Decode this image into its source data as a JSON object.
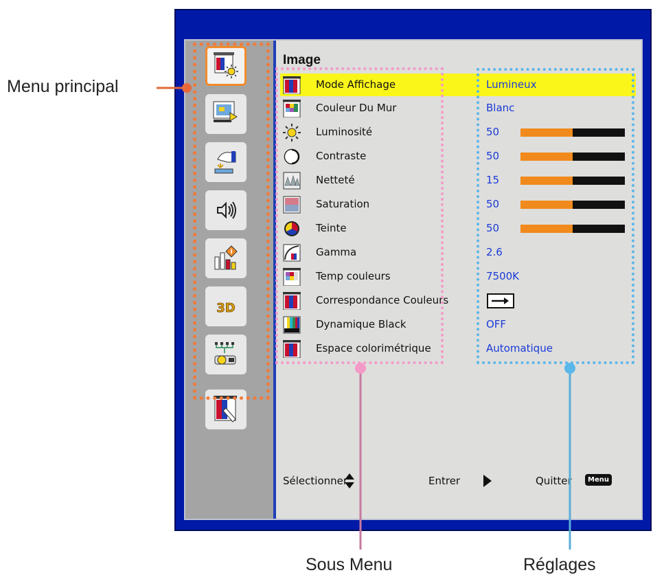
{
  "callouts": {
    "main_menu": "Menu principal",
    "sub_menu": "Sous Menu",
    "settings": "Réglages"
  },
  "osd": {
    "title": "Image",
    "sidebar": [
      {
        "icon": "image-icon",
        "selected": true
      },
      {
        "icon": "display-icon",
        "selected": false
      },
      {
        "icon": "setup-icon",
        "selected": false
      },
      {
        "icon": "volume-icon",
        "selected": false
      },
      {
        "icon": "options-icon",
        "selected": false
      },
      {
        "icon": "3d-icon",
        "label": "3D",
        "selected": false
      },
      {
        "icon": "network-icon",
        "selected": false
      },
      {
        "icon": "interactive-icon",
        "selected": false
      }
    ],
    "rows": [
      {
        "label": "Mode Affichage",
        "value": "Lumineux",
        "icon": "color-bars-icon",
        "active": true
      },
      {
        "label": "Couleur Du Mur",
        "value": "Blanc",
        "icon": "wall-color-icon"
      },
      {
        "label": "Luminosité",
        "value": "50",
        "icon": "sun-icon",
        "bar": 0.5
      },
      {
        "label": "Contraste",
        "value": "50",
        "icon": "contrast-icon",
        "bar": 0.5
      },
      {
        "label": "Netteté",
        "value": "15",
        "icon": "sharpness-icon",
        "bar": 0.5
      },
      {
        "label": "Saturation",
        "value": "50",
        "icon": "saturation-icon",
        "bar": 0.5
      },
      {
        "label": "Teinte",
        "value": "50",
        "icon": "tint-icon",
        "bar": 0.5
      },
      {
        "label": "Gamma",
        "value": "2.6",
        "icon": "gamma-icon"
      },
      {
        "label": "Temp couleurs",
        "value": "7500K",
        "icon": "color-temp-icon"
      },
      {
        "label": "Correspondance Couleurs",
        "value": "",
        "icon": "color-match-icon",
        "arrow": true
      },
      {
        "label": "Dynamique Black",
        "value": "OFF",
        "icon": "dynamic-black-icon"
      },
      {
        "label": "Espace colorimétrique",
        "value": "Automatique",
        "icon": "color-space-icon"
      }
    ],
    "footer": {
      "select": "Sélectionner",
      "enter": "Entrer",
      "quit": "Quitter",
      "menu_key": "Menu"
    }
  },
  "colors": {
    "frame": "#0019a6",
    "highlight": "#fbf61a",
    "bar_fill": "#f08a1c",
    "value_text": "#1a3ad8",
    "callout_main": "#f27a3a",
    "callout_sub": "#f49ac8",
    "callout_settings": "#5ab7ea"
  }
}
